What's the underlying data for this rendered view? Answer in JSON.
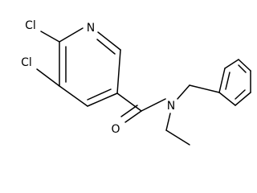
{
  "molecule": {
    "atoms": {
      "cl_top": "Cl",
      "cl_left": "Cl",
      "n_pyridine": "N",
      "o_carbonyl": "O",
      "n_amide": "N"
    }
  },
  "colors": {
    "bond": "#000000",
    "label": "#000000",
    "background": "#ffffff"
  }
}
